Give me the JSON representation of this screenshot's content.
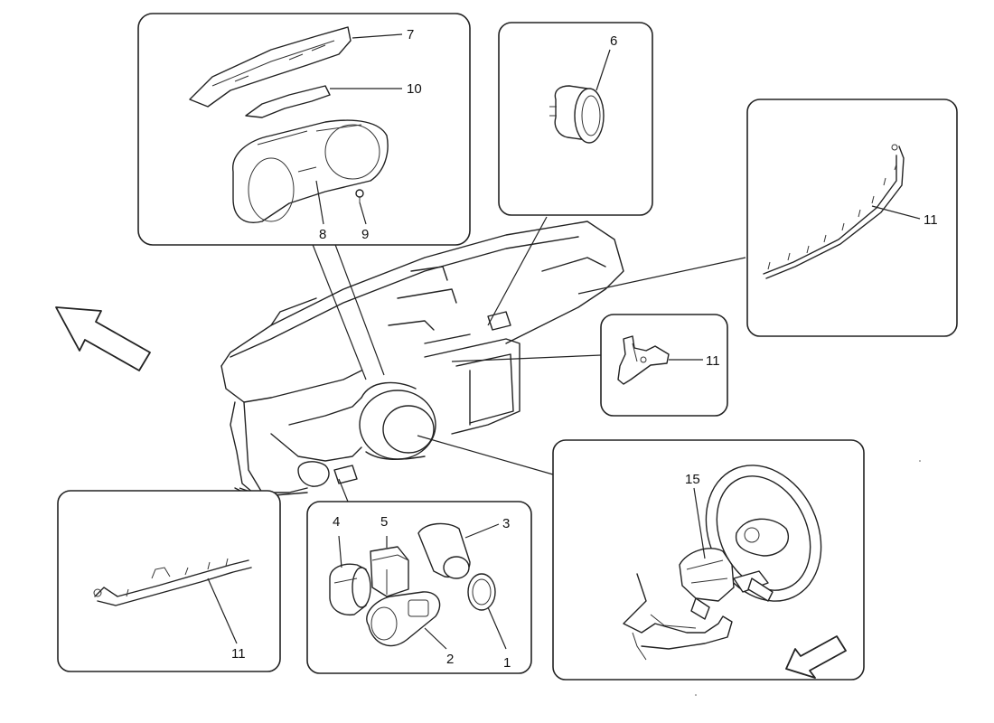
{
  "callouts": {
    "p1": "7",
    "p2": "10",
    "p3": "8",
    "p4": "9",
    "p5": "6",
    "p6": "11",
    "p7": "11",
    "p8": "11",
    "p9": "4",
    "p10": "5",
    "p11": "3",
    "p12": "2",
    "p13": "1",
    "p14": "15"
  }
}
